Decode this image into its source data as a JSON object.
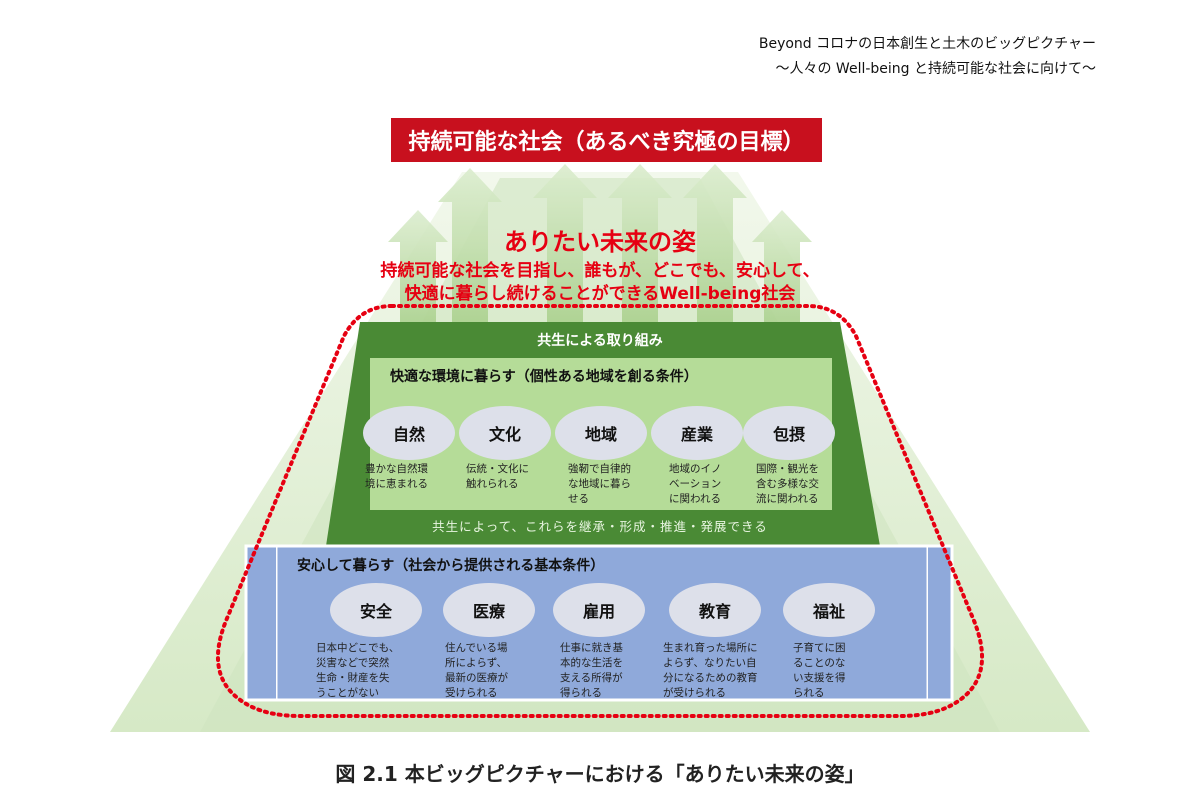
{
  "header": {
    "line1": "Beyond コロナの日本創生と土木のビッグピクチャー",
    "line2": "～人々の Well-being と持続可能な社会に向けて～"
  },
  "goal": {
    "label": "持続可能な社会（あるべき究極の目標）"
  },
  "vision": {
    "title": "ありたい未来の姿",
    "line1": "持続可能な社会を目指し、誰もが、どこでも、安心して、",
    "line2": "快適に暮らし続けることができるWell-being社会"
  },
  "kyosei": {
    "title": "共生による取り組み",
    "footer": "共生によって、これらを継承・形成・推進・発展できる"
  },
  "environment": {
    "title": "快適な環境に暮らす（個性ある地域を創る条件）",
    "items": [
      {
        "label": "自然",
        "desc": "豊かな自然環\n境に恵まれる"
      },
      {
        "label": "文化",
        "desc": "伝統・文化に\n触れられる"
      },
      {
        "label": "地域",
        "desc": "強靭で自律的\nな地域に暮ら\nせる"
      },
      {
        "label": "産業",
        "desc": "地域のイノ\nベーション\nに関われる"
      },
      {
        "label": "包摂",
        "desc": "国際・観光を\n含む多様な交\n流に関われる"
      }
    ]
  },
  "safety": {
    "title": "安心して暮らす（社会から提供される基本条件）",
    "items": [
      {
        "label": "安全",
        "desc": "日本中どこでも、\n災害などで突然\n生命・財産を失\nうことがない"
      },
      {
        "label": "医療",
        "desc": "住んでいる場\n所によらず、\n最新の医療が\n受けられる"
      },
      {
        "label": "雇用",
        "desc": "仕事に就き基\n本的な生活を\n支える所得が\n得られる"
      },
      {
        "label": "教育",
        "desc": "生まれ育った場所に\nよらず、なりたい自\n分になるための教育\nが受けられる"
      },
      {
        "label": "福祉",
        "desc": "子育てに困\nることのな\nい支援を得\nられる"
      }
    ]
  },
  "caption": "図 2.1  本ビッグピクチャーにおける「ありたい未来の姿」",
  "colors": {
    "goal_red": "#c8101e",
    "vision_red": "#e60012",
    "dark_green": "#4a8a35",
    "light_green": "#b5dc98",
    "blue": "#8fa9da",
    "oval_gray": "#dde0ea",
    "pyramid_light": "#e3f0d6",
    "pyramid_mid": "#c9e2b5"
  }
}
